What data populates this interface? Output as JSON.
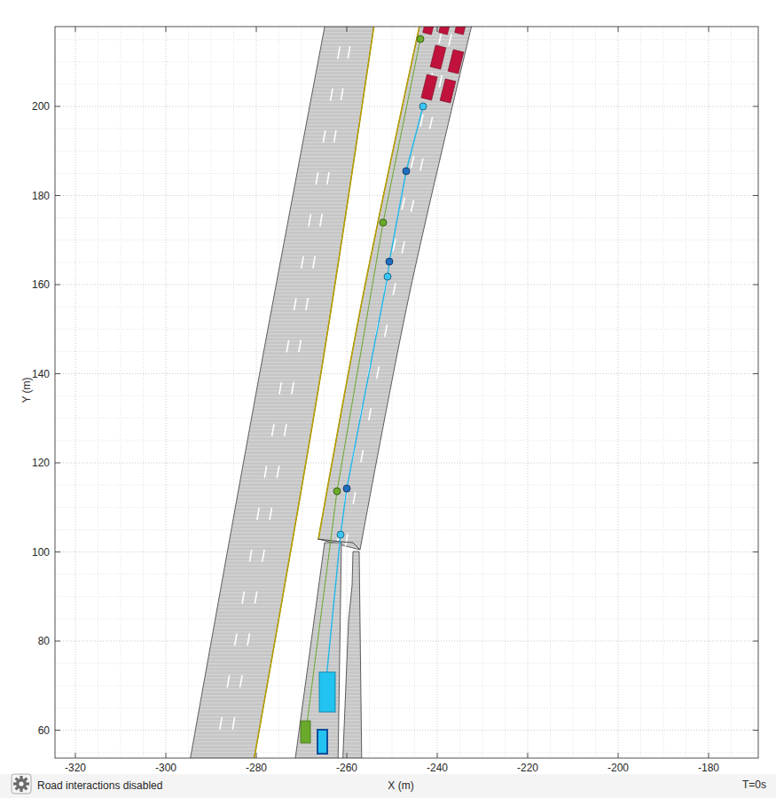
{
  "diagram": {
    "labels": [
      "200",
      "180",
      "160",
      "140",
      "120",
      "100",
      "80",
      "60",
      "Y (m)",
      "-320",
      "-300",
      "-280",
      "-260",
      "-240",
      "-220",
      "-200",
      "-180",
      "X (m)",
      "Road interactions disabled",
      "T=0s"
    ]
  }
}
